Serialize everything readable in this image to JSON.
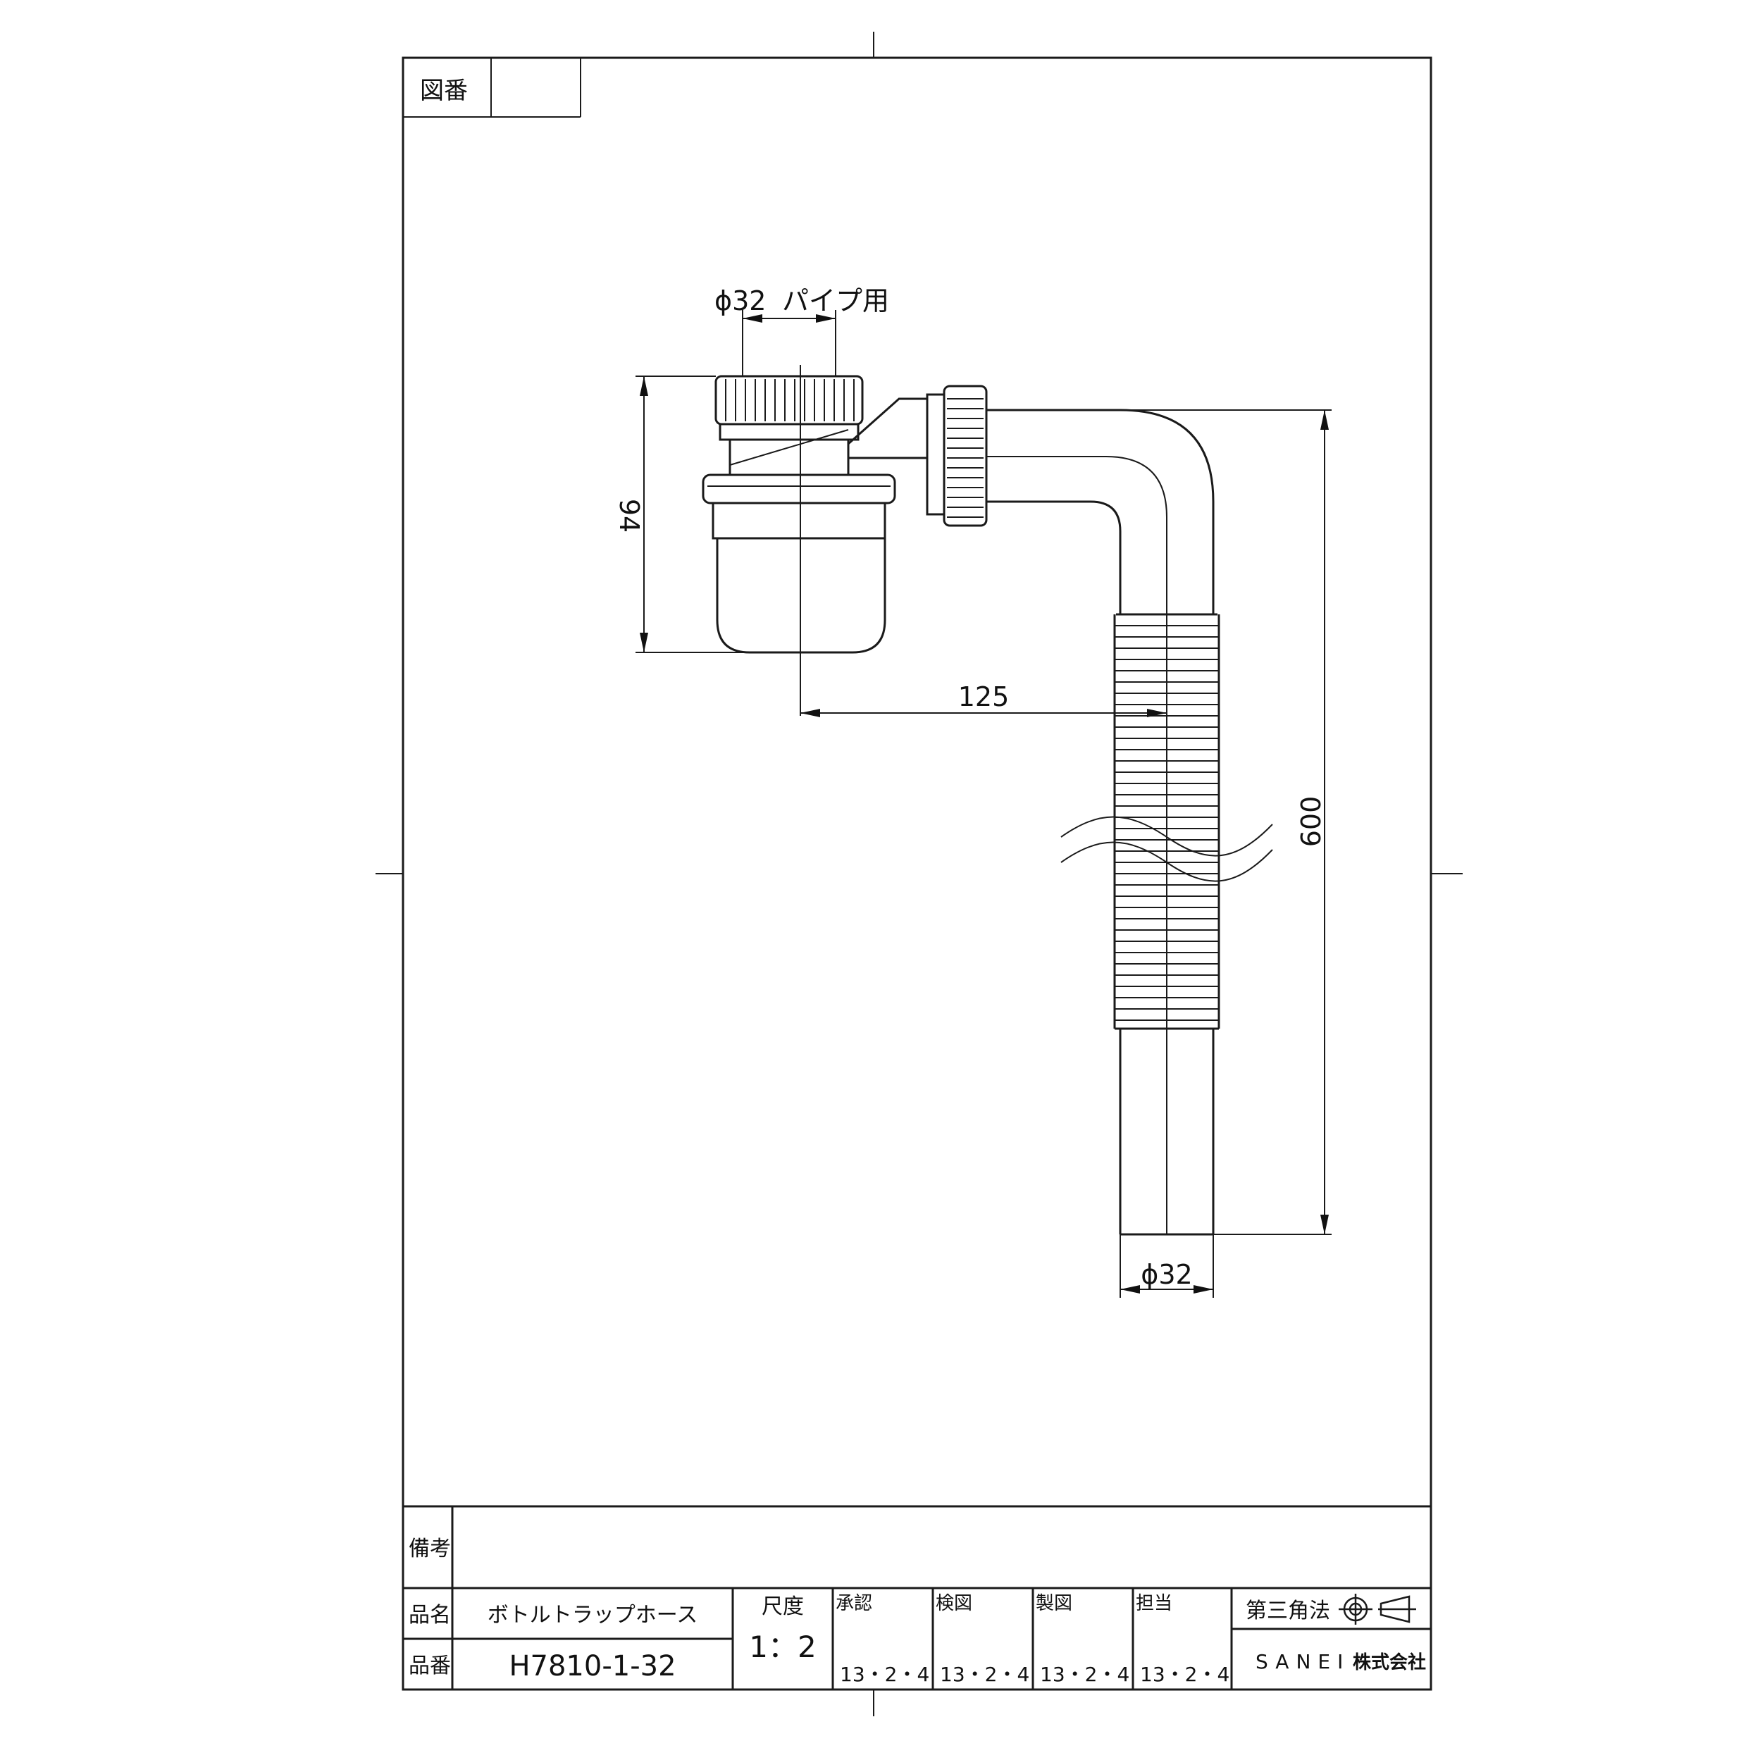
{
  "title_block": {
    "drawing_number_label": "図番",
    "drawing_number_value": "",
    "remarks_label": "備考",
    "remarks_value": "",
    "name_label": "品名",
    "name_value": "ボトルトラップホース",
    "part_label": "品番",
    "part_value": "H7810-1-32",
    "scale_label": "尺度",
    "scale_value": "1：2",
    "approvals": [
      {
        "label": "承認",
        "date": "13・2・4"
      },
      {
        "label": "検図",
        "date": "13・2・4"
      },
      {
        "label": "製図",
        "date": "13・2・4"
      },
      {
        "label": "担当",
        "date": "13・2・4"
      }
    ],
    "projection_label": "第三角法",
    "company": "SANEI",
    "company_suffix": "株式会社"
  },
  "dimensions": {
    "inlet_pipe": "ϕ32",
    "inlet_pipe_suffix": "パイプ用",
    "trap_height": "94",
    "offset": "125",
    "hose_length": "600",
    "outlet_diameter": "ϕ32"
  }
}
